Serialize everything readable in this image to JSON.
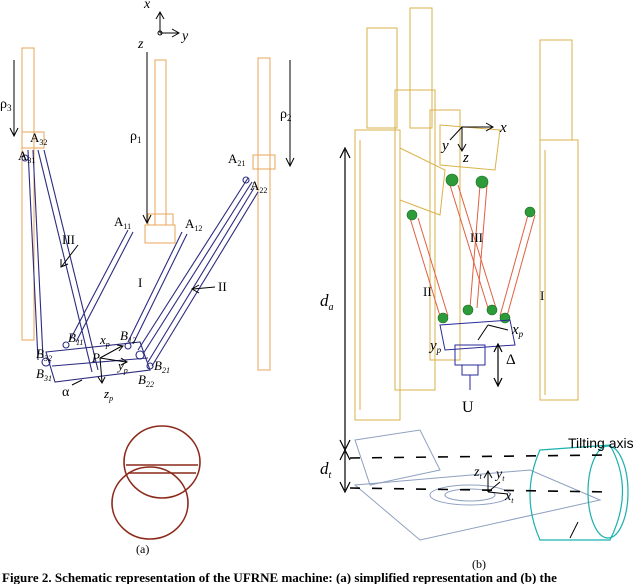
{
  "panel_a": {
    "axes": {
      "x": "x",
      "y": "y",
      "z": "z"
    },
    "rho": [
      "ρ",
      "1",
      "2",
      "3"
    ],
    "joints_A": {
      "a11": [
        "A",
        "11"
      ],
      "a12": [
        "A",
        "12"
      ],
      "a21": [
        "A",
        "21"
      ],
      "a22": [
        "A",
        "22"
      ],
      "a31": [
        "A",
        "31"
      ],
      "a32": [
        "A",
        "32"
      ]
    },
    "joints_B": {
      "b11": [
        "B",
        "11"
      ],
      "b12": [
        "B",
        "12"
      ],
      "b21": [
        "B",
        "21"
      ],
      "b22": [
        "B",
        "22"
      ],
      "b31": [
        "B",
        "31"
      ],
      "b32": [
        "B",
        "32"
      ]
    },
    "legs": {
      "I": "I",
      "II": "II",
      "III": "III"
    },
    "platform": {
      "P": "P",
      "xp": [
        "x",
        "p"
      ],
      "yp": [
        "y",
        "p"
      ],
      "zp": [
        "z",
        "p"
      ],
      "alpha": "α"
    },
    "label": "(a)"
  },
  "panel_b": {
    "axes": {
      "x": "x",
      "y": "y",
      "z": "z"
    },
    "legs": {
      "I": "I",
      "II": "II",
      "III": "III"
    },
    "platform": {
      "xp": [
        "x",
        "p"
      ],
      "yp": [
        "y",
        "p"
      ],
      "delta": "Δ",
      "U": "U"
    },
    "da": [
      "d",
      "a"
    ],
    "dt": [
      "d",
      "t"
    ],
    "table": {
      "zt": [
        "z",
        "t"
      ],
      "yt": [
        "y",
        "t"
      ],
      "xt": [
        "x",
        "t"
      ]
    },
    "tilting": "Tilting axis",
    "label": "(b)"
  },
  "caption": "Figure 2. Schematic representation of the UFRNE machine: (a) simplified representation and (b) the",
  "colors": {
    "column": "#e8a55a",
    "leg": "#2b2b80",
    "base": "#8b2a1a",
    "frame": "#d9b24a",
    "joint": "#2e9b3a",
    "strut": "#e06040",
    "tilt": "#1ab0b0",
    "platform": "#2a2a9a"
  }
}
